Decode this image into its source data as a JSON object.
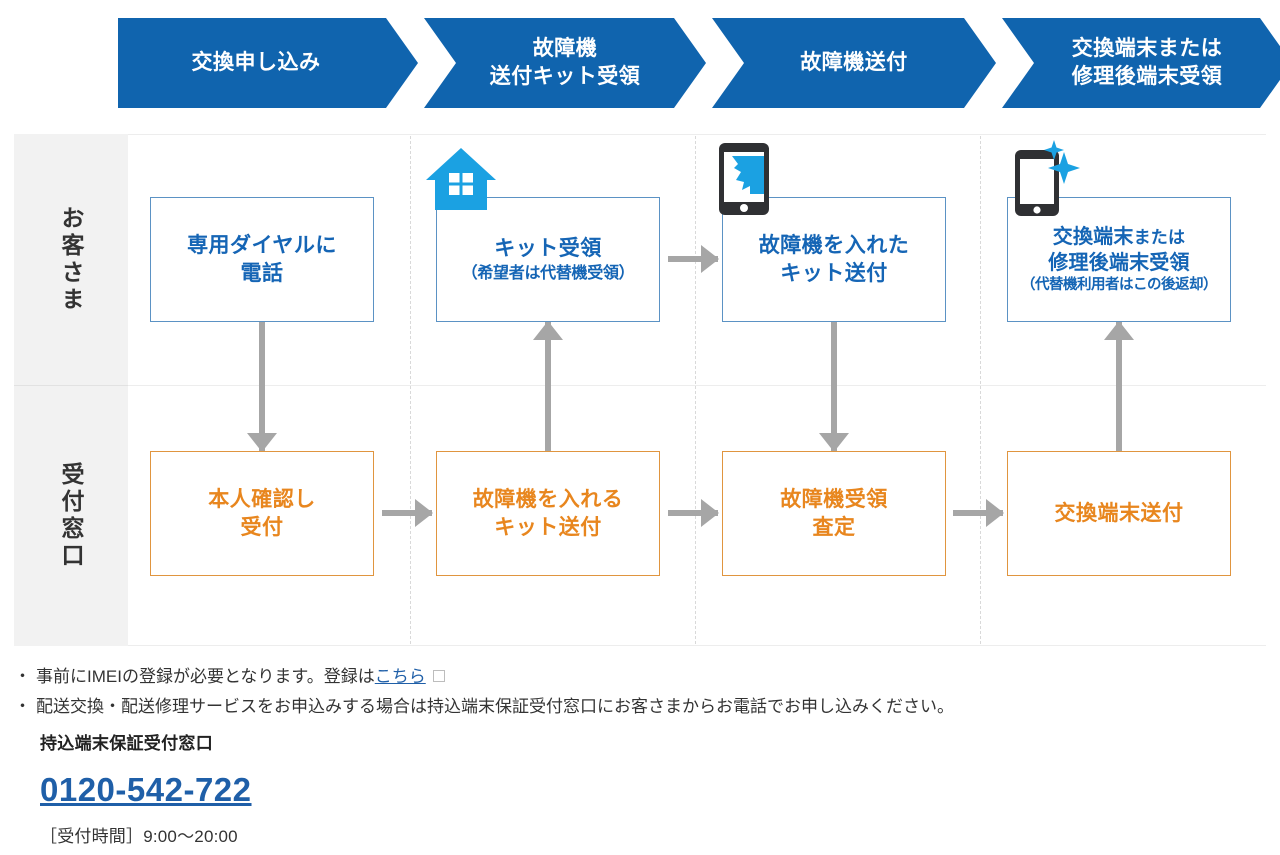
{
  "banner": {
    "steps": [
      {
        "id": "step-apply",
        "lines": [
          "交換申し込み"
        ]
      },
      {
        "id": "step-kit",
        "lines": [
          "故障機",
          "送付キット受領"
        ]
      },
      {
        "id": "step-send",
        "lines": [
          "故障機送付"
        ]
      },
      {
        "id": "step-receive",
        "lines": [
          "交換端末または",
          "修理後端末受領"
        ]
      }
    ]
  },
  "diagram": {
    "rows": [
      {
        "id": "row-customer",
        "label": "お客さま"
      },
      {
        "id": "row-counter",
        "label": "受付窓口"
      }
    ],
    "customer_nodes": [
      {
        "id": "node-call",
        "line1": "専用ダイヤルに",
        "line2": "電話",
        "sub": ""
      },
      {
        "id": "node-kit-receive",
        "line1": "キット受領",
        "line2": "",
        "sub": "（希望者は代替機受領）"
      },
      {
        "id": "node-kit-send",
        "line1": "故障機を入れた",
        "line2": "キット送付",
        "sub": ""
      },
      {
        "id": "node-device-recv",
        "line1": "交換端末",
        "line1b": "または",
        "line2": "修理後端末受領",
        "sub": "（代替機利用者はこの後返却）"
      }
    ],
    "counter_nodes": [
      {
        "id": "node-verify",
        "line1": "本人確認し",
        "line2": "受付"
      },
      {
        "id": "node-kit-ship",
        "line1": "故障機を入れる",
        "line2": "キット送付"
      },
      {
        "id": "node-assess",
        "line1": "故障機受領",
        "line2": "査定"
      },
      {
        "id": "node-device-ship",
        "line1": "交換端末送付",
        "line2": ""
      }
    ],
    "icons": [
      {
        "id": "house-icon",
        "name": "house-icon"
      },
      {
        "id": "broken-phone-icon",
        "name": "broken-phone-icon"
      },
      {
        "id": "sparkle-phone-icon",
        "name": "sparkle-phone-icon"
      }
    ]
  },
  "footer": {
    "bullet": "・",
    "note1_before": "事前にIMEIの登録が必要となります。登録は",
    "note1_link": "こちら",
    "note2": "配送交換・配送修理サービスをお申込みする場合は持込端末保証受付窓口にお客さまからお電話でお申し込みください。",
    "contact_title": "持込端末保証受付窓口",
    "contact_tel": "0120-542-722",
    "contact_hours": "［受付時間］9:00〜20:00"
  },
  "colors": {
    "banner_blue": "#1064AE",
    "node_blue_border": "#5b92c4",
    "node_blue_text": "#1565b5",
    "node_orange_border": "#e0953f",
    "node_orange_text": "#e8861e",
    "arrow_gray": "#a6a6a6",
    "icon_blue": "#1ba1e2",
    "icon_dark": "#2f3033",
    "link_blue": "#1f5fa8"
  }
}
